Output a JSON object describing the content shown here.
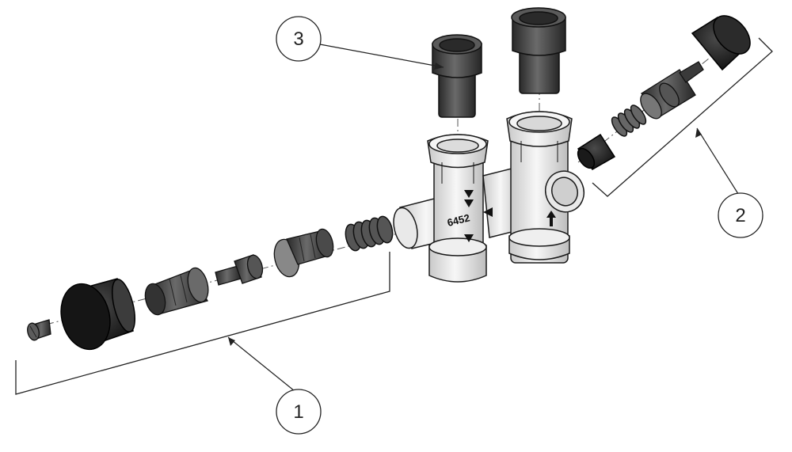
{
  "callouts": {
    "one": "1",
    "two": "2",
    "three": "3"
  },
  "valve_marking": "6452",
  "colors": {
    "line": "#222222",
    "metal_light": "#f2f2f2",
    "metal_mid": "#b9b9b9",
    "part_dark": "#3a3a3a",
    "part_black": "#141414"
  }
}
